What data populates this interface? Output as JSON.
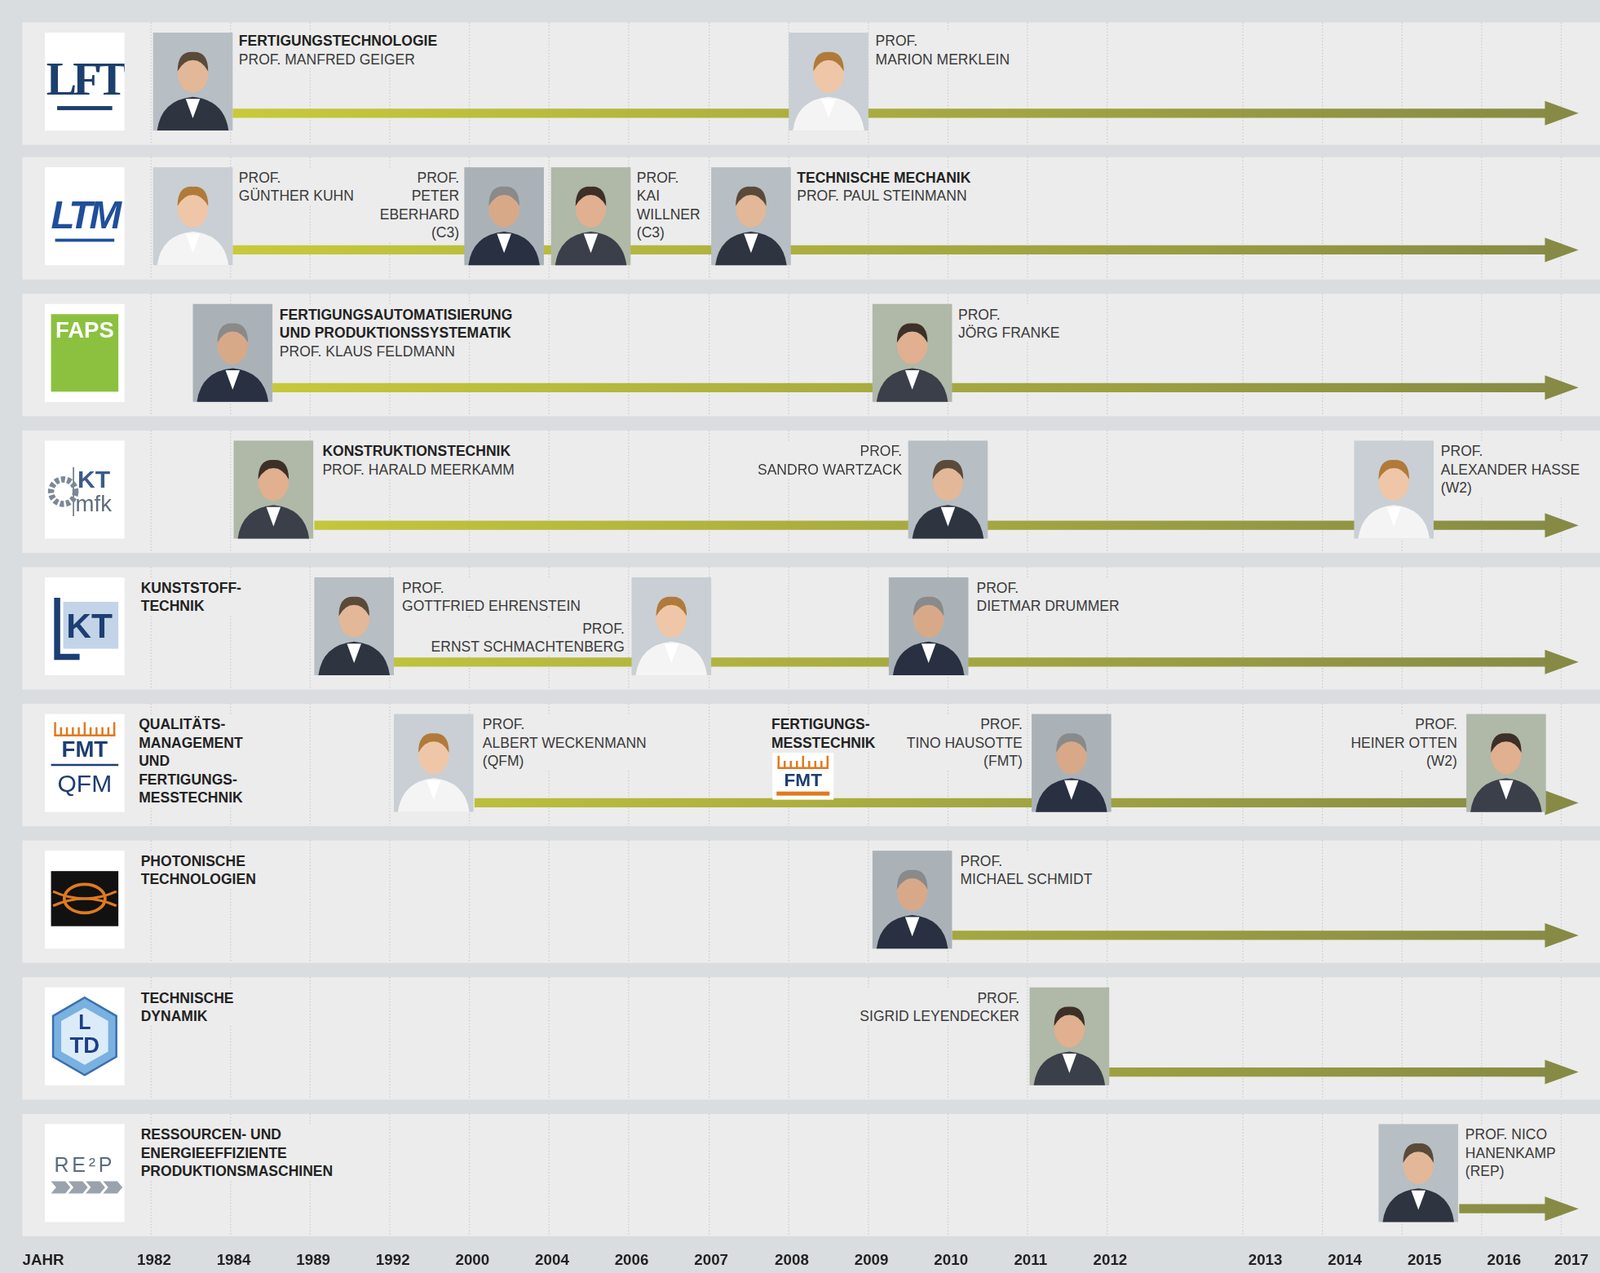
{
  "diagram": {
    "nodes": [
      {
        "text": [
          "FERTIGUNGSTECHNOLOGIE",
          "PROF. MANFRED GEIGER",
          "PROF. MARION MERKLEIN"
        ]
      },
      {
        "text": [
          "LFT"
        ],
        "in": 0
      },
      {
        "text": [
          "PROF. GÜNTHER KUHN",
          "PROF. PETER EBERHARD (C3)",
          "PROF. KAI WILLNER (C3)",
          "TECHNISCHE MECHANIK",
          "PROF. PAUL STEINMANN"
        ]
      },
      {
        "text": [
          "LTM"
        ],
        "in": 2
      },
      {
        "text": [
          "FERTIGUNGSAUTOMATISIERUNG UND PRODUKTIONSSYSTEMATIK",
          "PROF. KLAUS FELDMANN",
          "PROF. JÖRG FRANKE"
        ]
      },
      {
        "text": [
          "FAPS"
        ],
        "in": 4
      },
      {
        "text": [
          "KONSTRUKTIONSTECHNIK",
          "PROF. HARALD MEERKAMM",
          "PROF. SANDRO WARTZACK",
          "PROF. ALEXANDER HASSE (W2)"
        ]
      },
      {
        "text": [
          "KT",
          "mfk"
        ],
        "in": 6
      },
      {
        "text": [
          "KUNSTSTOFF- TECHNIK",
          "PROF. GOTTFRIED EHRENSTEIN",
          "PROF. ERNST SCHMACHTENBERG",
          "PROF. DIETMAR DRUMMER"
        ]
      },
      {
        "text": [
          "KT"
        ],
        "in": 8
      },
      {
        "text": [
          "QUALITÄTS- MANAGEMENT UND FERTIGUNGS- MESSTECHNIK",
          "PROF. ALBERT WECKENMANN (QFM)",
          "FERTIGUNGS- MESSTECHNIK",
          "PROF. TINO HAUSOTTE (FMT)",
          "PROF. HEINER OTTEN (W2)"
        ]
      },
      {
        "text": [
          "FMT",
          "QFM"
        ],
        "in": 10
      },
      {
        "text": [
          "FMT"
        ],
        "in": 10
      },
      {
        "text": [
          "PHOTONISCHE TECHNOLOGIEN",
          "PROF. MICHAEL SCHMIDT"
        ]
      },
      {
        "text": [
          "TECHNISCHE DYNAMIK",
          "PROF. SIGRID LEYENDECKER"
        ]
      },
      {
        "text": [
          "L",
          "TD"
        ],
        "in": 14
      },
      {
        "text": [
          "RESSOURCEN- UND ENERGIEEFFIZIENTE PRODUKTIONSMASCHINEN",
          "PROF. NICO HANENKAMP (REP)"
        ]
      },
      {
        "text": [
          "RE²P"
        ],
        "in": 16
      }
    ],
    "labels": [
      "JAHR",
      "1982",
      "1984",
      "1989",
      "1992",
      "2000",
      "2004",
      "2006",
      "2007",
      "2008",
      "2009",
      "2010",
      "2011",
      "2012",
      "2013",
      "2014",
      "2015",
      "2016",
      "2017"
    ]
  }
}
